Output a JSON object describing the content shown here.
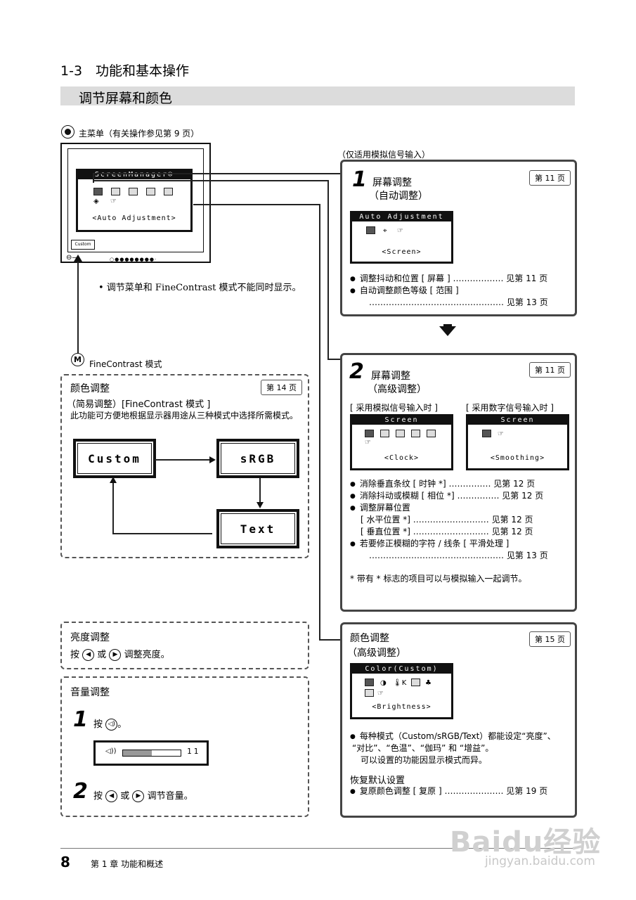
{
  "header": {
    "section_title": "1-3　功能和基本操作",
    "subsection_title": "调节屏幕和颜色"
  },
  "main_menu": {
    "label": "主菜单（有关操作参见第 9 页）",
    "osd_title": "ScreenManager®",
    "osd_caption": "<Auto Adjustment>",
    "custom_tag": "Custom",
    "note": "• 调节菜单和 FineContrast 模式不能同时显示。"
  },
  "analog_only_note": "（仅适用模拟信号输入）",
  "screen_auto": {
    "step": "1",
    "title": "屏幕调整",
    "subtitle": "（自动调整）",
    "page_ref": "第 11 页",
    "osd_title": "Auto Adjustment",
    "osd_caption": "<Screen>",
    "items": [
      {
        "text": "调整抖动和位置 [ 屏幕 ] ……………… 见第 11 页"
      },
      {
        "text": "自动调整颜色等级 [ 范围 ]"
      },
      {
        "text": "………………………………………… 见第 13 页"
      }
    ]
  },
  "screen_advanced": {
    "step": "2",
    "title": "屏幕调整",
    "subtitle": "（高级调整）",
    "page_ref": "第 11 页",
    "analog_label": "[ 采用模拟信号输入时 ]",
    "digital_label": "[ 采用数字信号输入时 ]",
    "analog_osd_title": "Screen",
    "analog_osd_caption": "<Clock>",
    "digital_osd_title": "Screen",
    "digital_osd_caption": "<Smoothing>",
    "items": [
      "消除垂直条纹 [ 时钟 *]  …………… 见第 12 页",
      "消除抖动或模糊 [ 相位 *]  …………… 见第 12 页",
      "调整屏幕位置"
    ],
    "sub_items": [
      "[ 水平位置 *]   ……………………… 见第 12 页",
      "[ 垂直位置 *]   ……………………… 见第 12 页"
    ],
    "items2": [
      "若要修正模糊的字符 / 线条 [ 平滑处理 ]"
    ],
    "last_line": "………………………………………… 见第 13 页",
    "footnote": "*  带有 * 标志的项目可以与模拟输入一起调节。"
  },
  "color_simple": {
    "mode_label": "FineContrast 模式",
    "title": "颜色调整",
    "page_ref": "第 14 页",
    "subtitle": "（简易调整）[FineContrast 模式 ]",
    "description": "此功能可方便地根据显示器用途从三种模式中选择所需模式。",
    "modes": [
      "Custom",
      "sRGB",
      "Text"
    ]
  },
  "brightness": {
    "title": "亮度调整",
    "text_prefix": "按",
    "text_or": "或",
    "text_suffix": "调整亮度。"
  },
  "volume": {
    "title": "音量调整",
    "step1": "1",
    "step1_text": "按",
    "step1_end": "。",
    "level": "11",
    "level_fraction": 0.5,
    "step2": "2",
    "step2_prefix": "按",
    "step2_or": "或",
    "step2_suffix": "调节音量。"
  },
  "color_advanced": {
    "title": "颜色调整",
    "subtitle": "（高级调整）",
    "page_ref": "第 15 页",
    "osd_title": "Color(Custom)",
    "osd_caption": "<Brightness>",
    "desc1": "每种模式（Custom/sRGB/Text）都能设定“亮度”、",
    "desc2": "“对比”、“色温”、“伽玛” 和 “增益”。",
    "desc3": "可以设置的功能因显示模式而异。",
    "reset_title": "恢复默认设置",
    "reset_item": "复原颜色调整 [ 复原 ] ………………… 见第 19 页"
  },
  "footer": {
    "page_number": "8",
    "chapter": "第 1 章  功能和概述"
  },
  "watermark": {
    "brand": "Baidu经验",
    "url": "jingyan.baidu.com"
  }
}
